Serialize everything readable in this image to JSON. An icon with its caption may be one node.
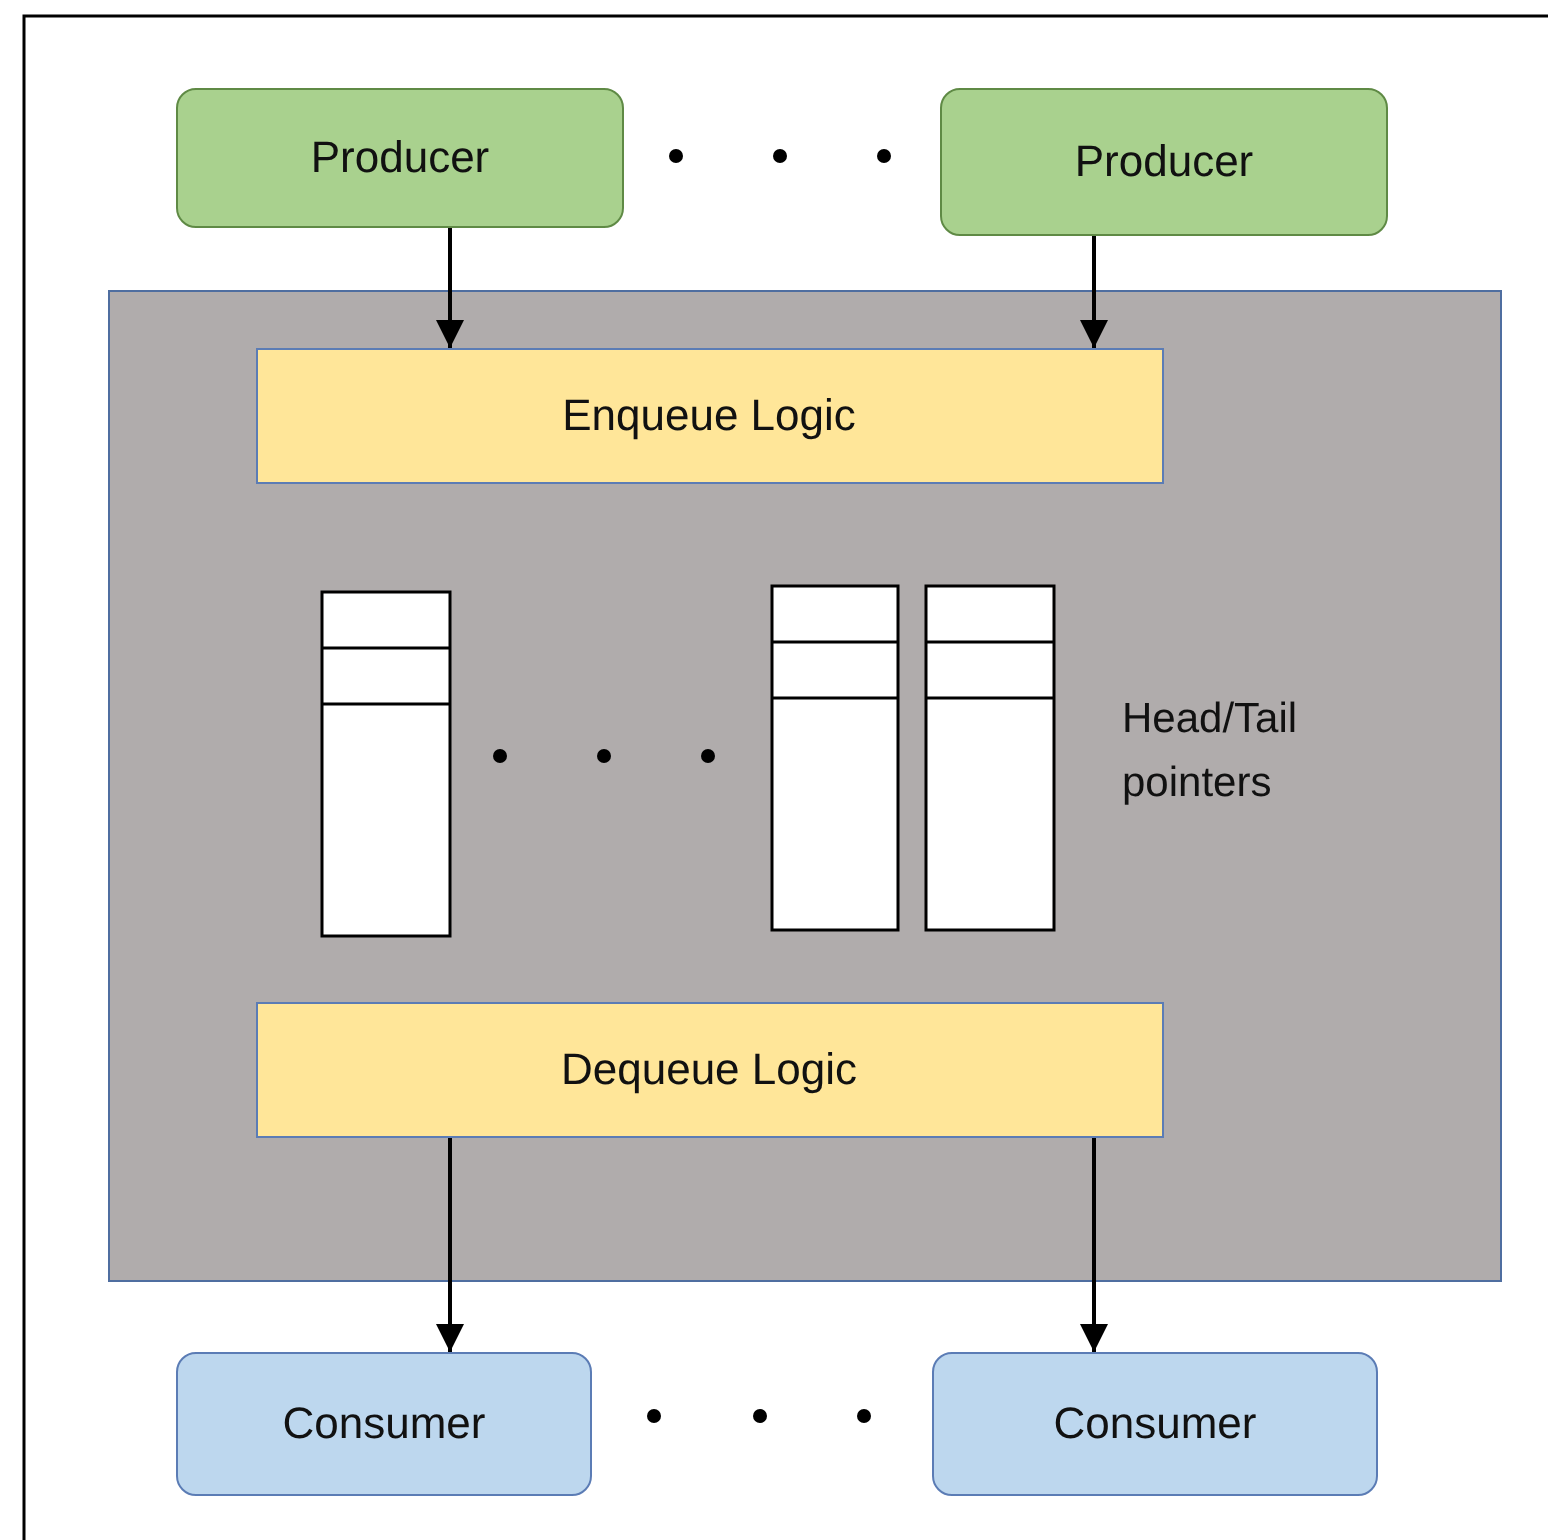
{
  "diagram": {
    "nodes": [
      {
        "text": [
          "Producer"
        ]
      },
      {
        "text": [
          "Producer"
        ]
      },
      {
        "text": [],
        "shape": "box"
      },
      {
        "text": [
          "Enqueue Logic"
        ],
        "in": 2
      },
      {
        "text": [
          "Dequeue Logic"
        ],
        "in": 2
      },
      {
        "text": [
          "Consumer"
        ]
      },
      {
        "text": [
          "Consumer"
        ]
      }
    ],
    "edges": [
      {
        "from": 0,
        "to": 3,
        "arrow": "to"
      },
      {
        "from": 1,
        "to": 3,
        "arrow": "to"
      },
      {
        "from": 4,
        "to": 5,
        "arrow": "to"
      },
      {
        "from": 4,
        "to": 6,
        "arrow": "to"
      }
    ],
    "labels": [
      "Head/Tail pointers"
    ]
  }
}
